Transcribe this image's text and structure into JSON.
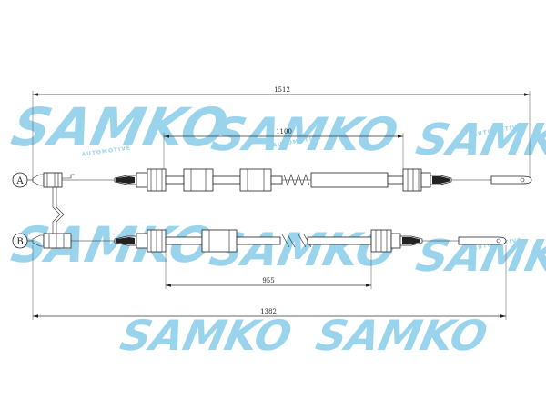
{
  "brand": {
    "watermark": "SAMKO",
    "tagline": "AUTOMOTIVE",
    "color": "#8fd0ea"
  },
  "callouts": {
    "a": "A",
    "b": "B"
  },
  "dimensions": {
    "overall_a": "1512",
    "sheath_a": "1100",
    "sheath_b": "955",
    "overall_b": "1382"
  },
  "line_color": "#222222"
}
